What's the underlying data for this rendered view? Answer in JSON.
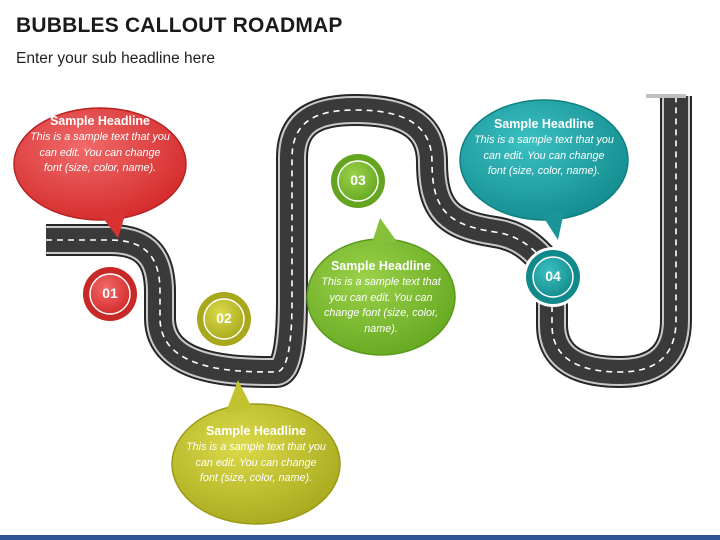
{
  "slide": {
    "title": "BUBBLES CALLOUT ROADMAP",
    "subtitle": "Enter your sub headline here"
  },
  "colors": {
    "road": "#3a3a3a",
    "road_edge": "#2a2a2a",
    "road_stripe": "#ffffff",
    "step1": "#e03c3c",
    "step2": "#bdbd2a",
    "step3": "#7cb82f",
    "step4": "#1e9ea0",
    "footer_bar": "#2f5597"
  },
  "steps": [
    {
      "number": "01",
      "color": "#e03c3c",
      "headline": "Sample Headline",
      "body": "This is a sample text that you can edit. You can change font (size, color, name)."
    },
    {
      "number": "02",
      "color": "#bdbd2a",
      "headline": "Sample Headline",
      "body": "This is a sample text that you can edit. You can change font (size, color, name)."
    },
    {
      "number": "03",
      "color": "#7cb82f",
      "headline": "Sample Headline",
      "body": "This is a sample text that you can edit. You can change font (size, color, name)."
    },
    {
      "number": "04",
      "color": "#1e9ea0",
      "headline": "Sample Headline",
      "body": "This is a sample text that you can edit. You can change font (size, color, name)."
    }
  ]
}
